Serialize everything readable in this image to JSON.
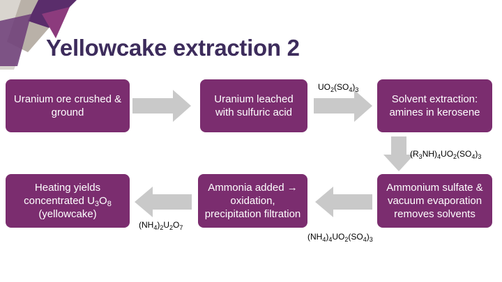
{
  "slide": {
    "title": "Yellowcake extraction 2"
  },
  "colors": {
    "box": "#7b2d6f",
    "arrow": "#c9c9c9",
    "title": "#3d2c5c"
  },
  "boxes": {
    "ore": {
      "text": "Uranium ore crushed & ground"
    },
    "leach": {
      "text": "Uranium leached with sulfuric acid"
    },
    "solvent": {
      "text": "Solvent extraction: amines in kerosene"
    },
    "ammonium_sulfate": {
      "text": "Ammonium sulfate & vacuum evaporation removes solvents"
    },
    "ammonia": {
      "text": "Ammonia added → oxidation, precipitation filtration"
    },
    "heating": {
      "pre": "Heating yields concentrated U",
      "sub1": "3",
      "mid": "O",
      "sub2": "8",
      "post": "(yellowcake)"
    }
  },
  "labels": {
    "uo2so4": {
      "a": "UO",
      "b": "2",
      "c": "(SO",
      "d": "4",
      "e": ")",
      "f": "3"
    },
    "r3nh": {
      "a": "(R",
      "b": "3",
      "c": "NH)",
      "d": "4",
      "e": "UO",
      "f": "2",
      "g": "(SO",
      "h": "4",
      "i": ")",
      "j": "3"
    },
    "nh4uo2so4": {
      "a": "(NH",
      "b": "4",
      "c": ")",
      "d": "4",
      "e": "UO",
      "f": "2",
      "g": "(SO",
      "h": "4",
      "i": ")",
      "j": "3"
    },
    "nh42u2o7": {
      "a": "(NH",
      "b": "4",
      "c": ")",
      "d": "2",
      "e": "U",
      "f": "2",
      "g": "O",
      "h": "7"
    }
  }
}
